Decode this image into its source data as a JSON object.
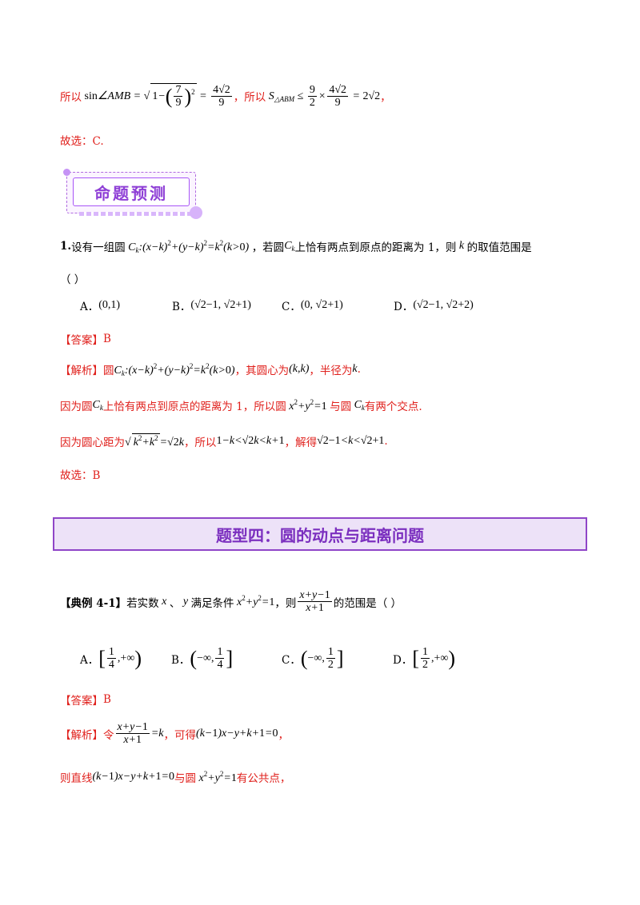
{
  "top": {
    "line1_a": "所以",
    "line1_b": "，所以",
    "line1_c": "，",
    "choose1": "故选：C."
  },
  "banner": {
    "label": "命题预测"
  },
  "q1": {
    "num": "1.",
    "stem_a": "设有一组圆",
    "stem_b": "，若圆",
    "stem_c": "上恰有两点到原点的距离为 1，则",
    "stem_d": "的取值范围是",
    "paren": "（    ）",
    "optA": "A．",
    "optB": "B．",
    "optC": "C．",
    "optD": "D．",
    "answer_label": "【答案】",
    "answer": "B",
    "analysis_label": "【解析】",
    "an1_a": "圆",
    "an1_b": "，其圆心为",
    "an1_c": "，半径为",
    "an1_d": ".",
    "an2_a": "因为圆",
    "an2_b": "上恰有两点到原点的距离为 1，所以圆",
    "an2_c": "与圆",
    "an2_d": "有两个交点.",
    "an3_a": "因为圆心距为",
    "an3_b": "，所以",
    "an3_c": "，解得",
    "an3_d": ".",
    "choose": "故选：B"
  },
  "section": {
    "title": "题型四：圆的动点与距离问题"
  },
  "ex41": {
    "label": "【典例 4-1】",
    "stem_a": "若实数",
    "stem_b": "、",
    "stem_c": "满足条件",
    "stem_d": "，则",
    "stem_e": "的范围是（    ）",
    "optA": "A．",
    "optB": "B．",
    "optC": "C．",
    "optD": "D．",
    "answer_label": "【答案】",
    "answer": "B",
    "analysis_label": "【解析】",
    "an1_a": "令",
    "an1_b": "，可得",
    "an1_c": "，",
    "an2_a": "则直线",
    "an2_b": "与圆",
    "an2_c": "有公共点，"
  }
}
